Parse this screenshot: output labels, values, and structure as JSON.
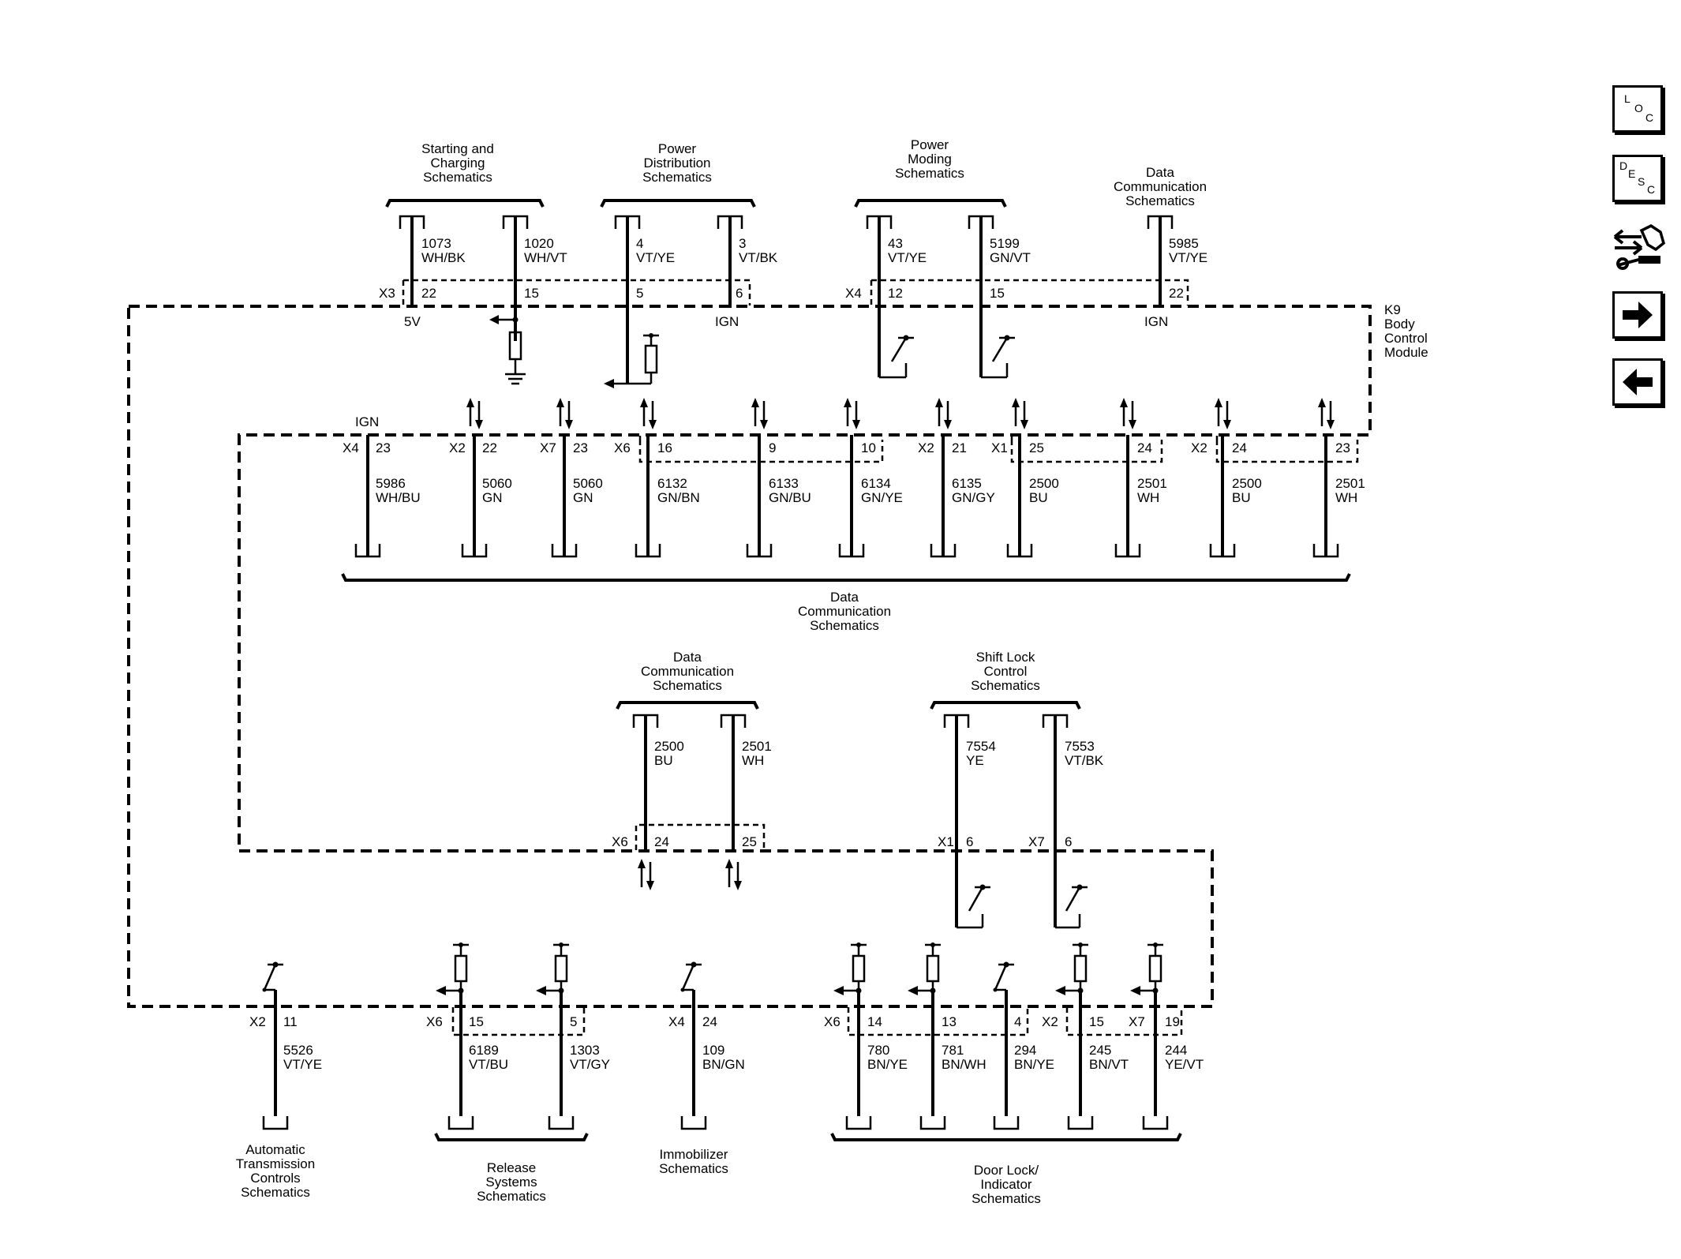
{
  "module": {
    "line1": "K9",
    "line2": "Body",
    "line3": "Control",
    "line4": "Module"
  },
  "nav": {
    "loc": {
      "l1": "L",
      "l2": "O",
      "l3": "C"
    },
    "desc": {
      "l1": "D",
      "l2": "E",
      "l3": "S",
      "l4": "C"
    }
  },
  "groups": {
    "starting": [
      "Starting and",
      "Charging",
      "Schematics"
    ],
    "power_dist": [
      "Power",
      "Distribution",
      "Schematics"
    ],
    "power_moding": [
      "Power",
      "Moding",
      "Schematics"
    ],
    "data_comm_top": [
      "Data",
      "Communication",
      "Schematics"
    ],
    "data_comm_mid": [
      "Data",
      "Communication",
      "Schematics"
    ],
    "data_comm_low": [
      "Data",
      "Communication",
      "Schematics"
    ],
    "shift_lock": [
      "Shift Lock",
      "Control",
      "Schematics"
    ],
    "auto_trans": [
      "Automatic",
      "Transmission",
      "Controls",
      "Schematics"
    ],
    "release": [
      "Release",
      "Systems",
      "Schematics"
    ],
    "immobilizer": [
      "Immobilizer",
      "Schematics"
    ],
    "door_lock": [
      "Door Lock/",
      "Indicator",
      "Schematics"
    ]
  },
  "top_circuits": [
    {
      "num": "1073",
      "color": "WH/BK",
      "conn": "X3",
      "pin": "22",
      "note": "5V"
    },
    {
      "num": "1020",
      "color": "WH/VT",
      "conn": "",
      "pin": "15",
      "note": ""
    },
    {
      "num": "4",
      "color": "VT/YE",
      "conn": "",
      "pin": "5",
      "note": ""
    },
    {
      "num": "3",
      "color": "VT/BK",
      "conn": "",
      "pin": "6",
      "note": "IGN"
    },
    {
      "num": "43",
      "color": "VT/YE",
      "conn": "X4",
      "pin": "12",
      "note": ""
    },
    {
      "num": "5199",
      "color": "GN/VT",
      "conn": "",
      "pin": "15",
      "note": ""
    },
    {
      "num": "5985",
      "color": "VT/YE",
      "conn": "",
      "pin": "22",
      "note": "IGN"
    }
  ],
  "mid_circuits": [
    {
      "num": "5986",
      "color": "WH/BU",
      "conn": "X4",
      "pin": "23",
      "note": "IGN"
    },
    {
      "num": "5060",
      "color": "GN",
      "conn": "X2",
      "pin": "22"
    },
    {
      "num": "5060",
      "color": "GN",
      "conn": "X7",
      "pin": "23"
    },
    {
      "num": "6132",
      "color": "GN/BN",
      "conn": "X6",
      "pin": "16"
    },
    {
      "num": "6133",
      "color": "GN/BU",
      "conn": "",
      "pin": "9"
    },
    {
      "num": "6134",
      "color": "GN/YE",
      "conn": "",
      "pin": "10"
    },
    {
      "num": "6135",
      "color": "GN/GY",
      "conn": "X2",
      "pin": "21"
    },
    {
      "num": "2500",
      "color": "BU",
      "conn": "X1",
      "pin": "25"
    },
    {
      "num": "2501",
      "color": "WH",
      "conn": "",
      "pin": "24"
    },
    {
      "num": "2500",
      "color": "BU",
      "conn": "X2",
      "pin": "24"
    },
    {
      "num": "2501",
      "color": "WH",
      "conn": "",
      "pin": "23"
    }
  ],
  "low_circuits": [
    {
      "num": "2500",
      "color": "BU",
      "conn": "X6",
      "pin": "24"
    },
    {
      "num": "2501",
      "color": "WH",
      "conn": "",
      "pin": "25"
    },
    {
      "num": "7554",
      "color": "YE",
      "conn": "X1",
      "pin": "6"
    },
    {
      "num": "7553",
      "color": "VT/BK",
      "conn": "X7",
      "pin": "6"
    }
  ],
  "bottom_circuits": [
    {
      "num": "5526",
      "color": "VT/YE",
      "conn": "X2",
      "pin": "11"
    },
    {
      "num": "6189",
      "color": "VT/BU",
      "conn": "X6",
      "pin": "15"
    },
    {
      "num": "1303",
      "color": "VT/GY",
      "conn": "",
      "pin": "5"
    },
    {
      "num": "109",
      "color": "BN/GN",
      "conn": "X4",
      "pin": "24"
    },
    {
      "num": "780",
      "color": "BN/YE",
      "conn": "X6",
      "pin": "14"
    },
    {
      "num": "781",
      "color": "BN/WH",
      "conn": "",
      "pin": "13"
    },
    {
      "num": "294",
      "color": "BN/YE",
      "conn": "",
      "pin": "4"
    },
    {
      "num": "245",
      "color": "BN/VT",
      "conn": "X2",
      "pin": "15"
    },
    {
      "num": "244",
      "color": "YE/VT",
      "conn": "X7",
      "pin": "19"
    }
  ]
}
